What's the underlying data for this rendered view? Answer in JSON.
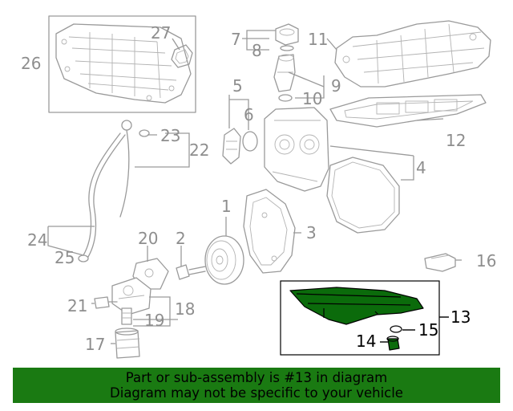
{
  "callouts": {
    "c1": "1",
    "c2": "2",
    "c3": "3",
    "c4": "4",
    "c5": "5",
    "c6": "6",
    "c7": "7",
    "c8": "8",
    "c9": "9",
    "c10": "10",
    "c11": "11",
    "c12": "12",
    "c13": "13",
    "c14": "14",
    "c15": "15",
    "c16": "16",
    "c17": "17",
    "c18": "18",
    "c19": "19",
    "c20": "20",
    "c21": "21",
    "c22": "22",
    "c23": "23",
    "c24": "24",
    "c25": "25",
    "c26": "26",
    "c27": "27"
  },
  "colors": {
    "highlight": "#0b6b0b",
    "banner": "#1a7a12",
    "lines": "#9a9a9a"
  },
  "banner": {
    "line1": "Part or sub-assembly is #13 in diagram",
    "line2": "Diagram may not be specific to your vehicle"
  }
}
